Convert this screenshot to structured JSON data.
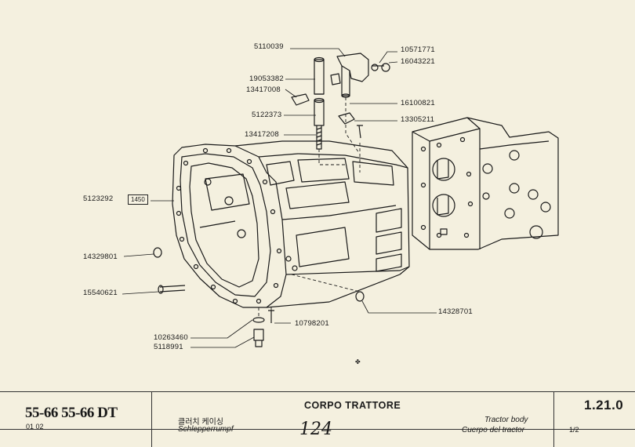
{
  "part_labels": {
    "p5110039": "5110039",
    "p10571771": "10571771",
    "p16043221": "16043221",
    "p19053382": "19053382",
    "p13417008": "13417008",
    "p16100821": "16100821",
    "p5122373": "5122373",
    "p13305211": "13305211",
    "p13417208": "13417208",
    "p5123292": "5123292",
    "box1450": "1450",
    "p14329801": "14329801",
    "p15540621": "15540621",
    "p14328701": "14328701",
    "p10798201": "10798201",
    "p10263460": "10263460",
    "p5118991": "5118991"
  },
  "title_block": {
    "model": "55-66 55-66 DT",
    "code": "01 02",
    "korean": "클러치 케이싱",
    "german": "Schlepperrumpf",
    "title_it": "CORPO TRATTORE",
    "handwritten": "124",
    "english": "Tractor body",
    "spanish": "Cuerpo del tractor",
    "page_ref": "1.21.0",
    "sheet": "1/2"
  }
}
